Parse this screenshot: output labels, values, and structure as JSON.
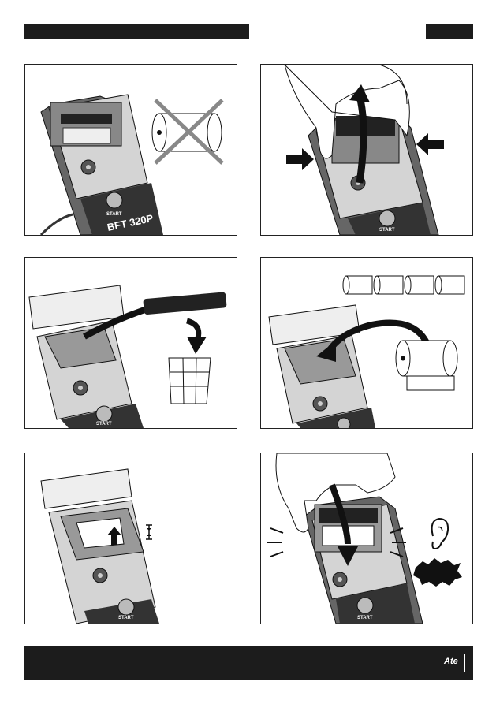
{
  "device": {
    "start_label": "START",
    "model_label": "BFT 320P",
    "brand_mark": "Ate"
  }
}
